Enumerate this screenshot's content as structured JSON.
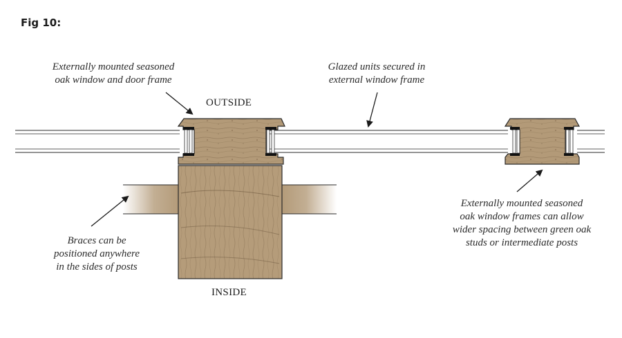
{
  "figure": {
    "label": "Fig 10:"
  },
  "annotations": {
    "top_left": [
      "Externally mounted seasoned",
      "oak window and door frame"
    ],
    "top_center": [
      "Glazed units secured in",
      "external window frame"
    ],
    "right": [
      "Externally mounted seasoned",
      "oak window frames can allow",
      "wider spacing between green oak",
      "studs or intermediate posts"
    ],
    "left": [
      "Braces can be",
      "positioned anywhere",
      "in the sides of posts"
    ]
  },
  "labels": {
    "outside": "OUTSIDE",
    "inside": "INSIDE"
  },
  "colors": {
    "oak": "#b39a78",
    "oak_dark": "#8a7355",
    "outline": "#2a2a2a",
    "gasket": "#111111"
  }
}
